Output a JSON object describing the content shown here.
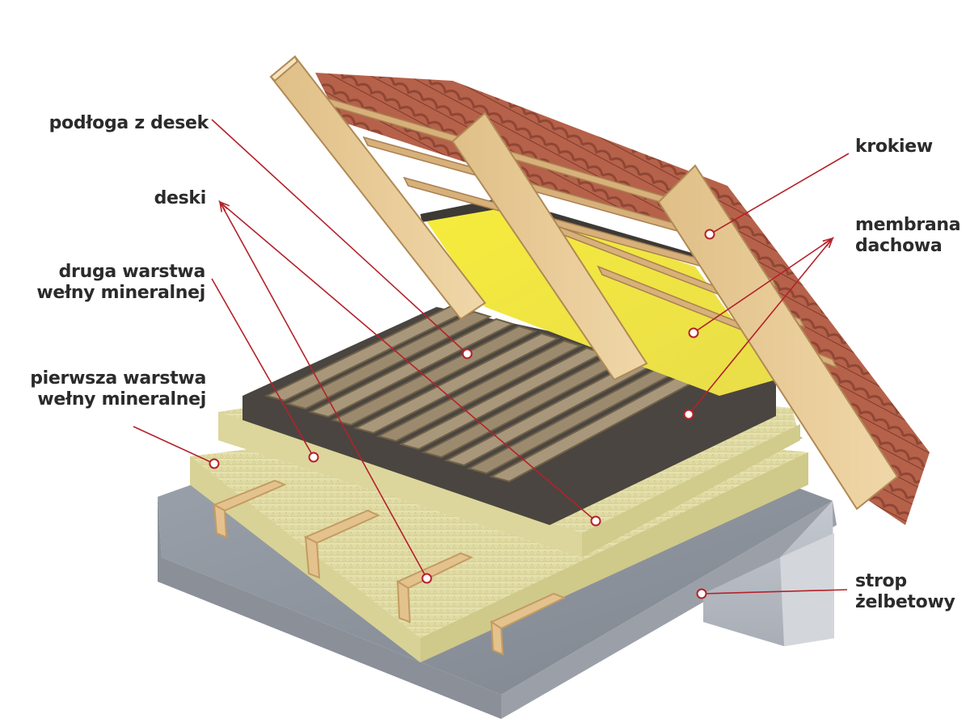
{
  "labels": {
    "podloga_z_desek": "podłoga z desek",
    "deski": "deski",
    "druga_warstwa": [
      "druga warstwa",
      "wełny  mineralnej"
    ],
    "pierwsza_warstwa": [
      "pierwsza warstwa",
      "wełny mineralnej"
    ],
    "krokiew": "krokiew",
    "membrana_dachowa": [
      "membrana",
      "dachowa"
    ],
    "strop_zelbetowy": [
      "strop",
      "żelbetowy"
    ]
  },
  "colors": {
    "leader_line": "#b3222a",
    "label_text": "#2b2b2b",
    "wood": "#e6c48f",
    "wood_dark": "#c9a06a",
    "roof_tile": "#b8634a",
    "yellow_wool": "#f2e84a",
    "mineral_wool": "#e3dfa6",
    "concrete": "#8e939c",
    "concrete_light": "#b9bec6",
    "membrane": "#4a4540",
    "boards": "#9b8a6e"
  }
}
